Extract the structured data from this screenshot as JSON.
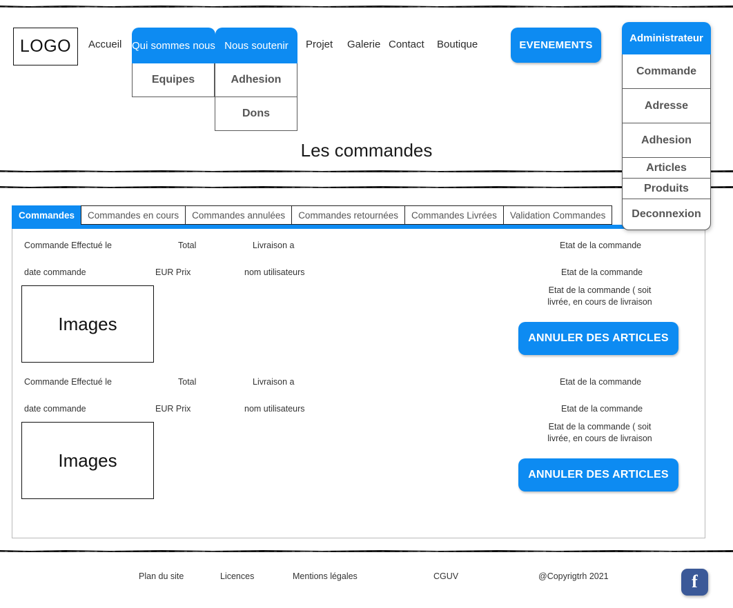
{
  "brand": {
    "logo_text": "LOGO"
  },
  "accent_color": "#0d8bf2",
  "facebook_color": "#3b5998",
  "nav": {
    "items": [
      {
        "label": "Accueil"
      },
      {
        "label": "Qui sommes nous"
      },
      {
        "label": "Nous soutenir"
      },
      {
        "label": "Projet"
      },
      {
        "label": "Galerie"
      },
      {
        "label": "Contact"
      },
      {
        "label": "Boutique"
      }
    ],
    "dropdown_qui_sommes_nous": [
      {
        "label": "Equipes"
      }
    ],
    "dropdown_nous_soutenir": [
      {
        "label": "Adhesion"
      },
      {
        "label": "Dons"
      }
    ],
    "events_button": "EVENEMENTS"
  },
  "admin_menu": {
    "title": "Administrateur",
    "items": [
      {
        "label": "Commande"
      },
      {
        "label": "Adresse"
      },
      {
        "label": "Adhesion"
      },
      {
        "label": "Articles"
      },
      {
        "label": "Produits"
      },
      {
        "label": "Deconnexion"
      }
    ]
  },
  "page": {
    "title": "Les commandes"
  },
  "tabs": [
    {
      "label": "Commandes",
      "active": true
    },
    {
      "label": "Commandes en cours",
      "active": false
    },
    {
      "label": "Commandes annulées",
      "active": false
    },
    {
      "label": "Commandes retournées",
      "active": false
    },
    {
      "label": "Commandes Livrées",
      "active": false
    },
    {
      "label": "Validation Commandes",
      "active": false
    }
  ],
  "orders": [
    {
      "header_date": "Commande Effectué le",
      "value_date": "date commande",
      "header_total": "Total",
      "value_total": "EUR Prix",
      "header_livraison": "Livraison a",
      "value_livraison": "nom utilisateurs",
      "etat_header": "Etat de la commande",
      "etat_value": "Etat de la commande",
      "etat_note": "Etat de la commande ( soit livrée, en cours de livraison",
      "image_placeholder": "Images",
      "cancel_button": "ANNULER DES ARTICLES"
    },
    {
      "header_date": "Commande Effectué le",
      "value_date": "date commande",
      "header_total": "Total",
      "value_total": "EUR Prix",
      "header_livraison": "Livraison a",
      "value_livraison": "nom utilisateurs",
      "etat_header": "Etat de la commande",
      "etat_value": "Etat de la commande",
      "etat_note": "Etat de la commande ( soit livrée, en cours de livraison",
      "image_placeholder": "Images",
      "cancel_button": "ANNULER DES ARTICLES"
    }
  ],
  "footer": {
    "links": [
      {
        "label": "Plan du site"
      },
      {
        "label": "Licences"
      },
      {
        "label": "Mentions légales"
      },
      {
        "label": "CGUV"
      }
    ],
    "copyright": "@Copyrigtrh 2021",
    "social_icon": "facebook-icon"
  }
}
